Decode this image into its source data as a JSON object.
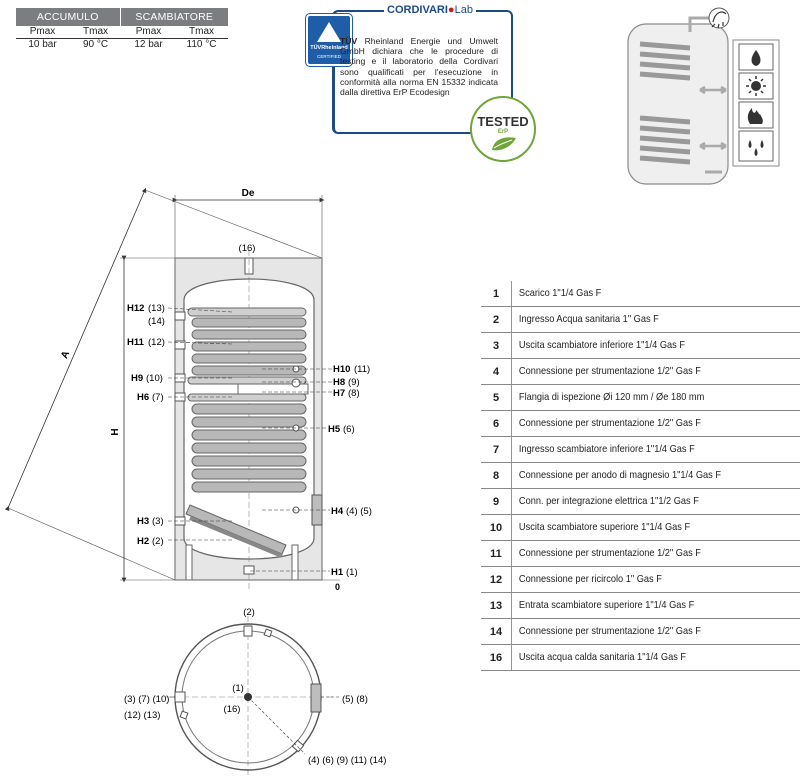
{
  "spec": {
    "groups": [
      "ACCUMULO",
      "SCAMBIATORE"
    ],
    "headers": [
      "Pmax",
      "Tmax",
      "Pmax",
      "Tmax"
    ],
    "values": [
      "10 bar",
      "90 °C",
      "12 bar",
      "110 °C"
    ]
  },
  "cert": {
    "brand_a": "CORDIVARI",
    "brand_b": "Lab",
    "logo_name": "TÜVRheinland",
    "logo_sub": "CERTIFIED",
    "text_bold": "TÜV",
    "text": "Rheinland Energie und Umwelt GmbH dichiara che le procedure di testing e il laboratorio della Cordivari sono qualificati per l'esecuzione in conformità alla norma EN 15332 indicata dalla direttiva ErP Ecodesign",
    "tested": "TESTED",
    "erp": "ErP"
  },
  "drawing": {
    "dim_de": "De",
    "dim_a": "A",
    "dim_h": "H",
    "zero": "0",
    "top_port": "(16)",
    "labels_left": {
      "h12": "H12",
      "h12n": "(13)",
      "n14": "(14)",
      "h11": "H11",
      "h11n": "(12)",
      "h9": "H9",
      "h9n": "(10)",
      "h6": "H6",
      "h6n": "(7)",
      "h3": "H3",
      "h3n": "(3)",
      "h2": "H2",
      "h2n": "(2)"
    },
    "labels_right": {
      "h10": "H10",
      "h10n": "(11)",
      "h8": "H8",
      "h8n": "(9)",
      "h7": "H7",
      "h7n": "(8)",
      "h5": "H5",
      "h5n": "(6)",
      "h4": "H4",
      "h4n": "(4) (5)",
      "h1": "H1",
      "h1n": "(1)"
    },
    "plan": {
      "top": "(2)",
      "left1": "(3) (7) (10)",
      "left2": "(12) (13)",
      "center1": "(1)",
      "center2": "(16)",
      "right": "(5) (8)",
      "bottom": "(4) (6) (9) (11) (14)"
    }
  },
  "legend": [
    {
      "num": "1",
      "desc": "Scarico 1\"1/4 Gas F"
    },
    {
      "num": "2",
      "desc": "Ingresso Acqua sanitaria 1\" Gas F"
    },
    {
      "num": "3",
      "desc": "Uscita scambiatore inferiore 1\"1/4 Gas F"
    },
    {
      "num": "4",
      "desc": "Connessione per strumentazione 1/2\" Gas F"
    },
    {
      "num": "5",
      "desc": "Flangia di ispezione Øi 120 mm / Øe 180 mm"
    },
    {
      "num": "6",
      "desc": "Connessione per strumentazione 1/2\" Gas F"
    },
    {
      "num": "7",
      "desc": "Ingresso scambiatore inferiore 1\"1/4 Gas F"
    },
    {
      "num": "8",
      "desc": "Connessione per anodo di magnesio 1\"1/4 Gas F"
    },
    {
      "num": "9",
      "desc": "Conn. per integrazione elettrica 1\"1/2 Gas F"
    },
    {
      "num": "10",
      "desc": "Uscita scambiatore superiore 1\"1/4 Gas F"
    },
    {
      "num": "11",
      "desc": "Connessione per strumentazione 1/2\" Gas F"
    },
    {
      "num": "12",
      "desc": "Connessione per ricircolo 1\" Gas F"
    },
    {
      "num": "13",
      "desc": "Entrata scambiatore superiore 1\"1/4 Gas F"
    },
    {
      "num": "14",
      "desc": "Connessione per strumentazione 1/2\" Gas F"
    },
    {
      "num": "16",
      "desc": "Uscita acqua calda sanitaria  1\"1/4 Gas F"
    }
  ],
  "icons": [
    "shower-icon",
    "flame-icon",
    "sun-icon",
    "biomass-fire-icon",
    "heat-pump-icon",
    "arrow-icon"
  ],
  "colors": {
    "tank_fill": "#d9d9d9",
    "coil": "#9a9a9a",
    "cert_blue": "#1d4b84",
    "tuv_blue": "#1f5da8",
    "erp_green": "#6ea63a"
  }
}
